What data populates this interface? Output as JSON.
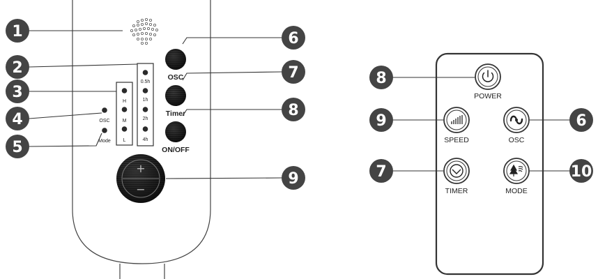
{
  "panel": {
    "led_timer_labels": [
      "0.5h",
      "1h",
      "2h",
      "4h"
    ],
    "led_speed_labels": [
      "H",
      "M",
      "L"
    ],
    "osc_led_label": "OSC",
    "mode_led_label": "Mode",
    "button_osc_label": "OSC",
    "button_timer_label": "Timer",
    "button_onoff_label": "ON/OFF",
    "dial_plus": "+",
    "dial_minus": "−"
  },
  "remote": {
    "power_label": "POWER",
    "speed_label": "SPEED",
    "osc_label": "OSC",
    "timer_label": "TIMER",
    "mode_label": "MODE"
  },
  "callouts": {
    "panel_receiver": "1",
    "panel_timer_leds": "2",
    "panel_speed_leds": "3",
    "panel_osc_led": "4",
    "panel_mode_led": "5",
    "panel_osc_button": "6",
    "panel_timer_button": "7",
    "panel_onoff_button": "8",
    "panel_dial": "9",
    "remote_power": "8",
    "remote_speed": "9",
    "remote_osc": "6",
    "remote_timer": "7",
    "remote_mode": "10"
  },
  "colors": {
    "callout_fill": "#444444",
    "button_fill": "#1e1e1e",
    "line": "#333333"
  }
}
